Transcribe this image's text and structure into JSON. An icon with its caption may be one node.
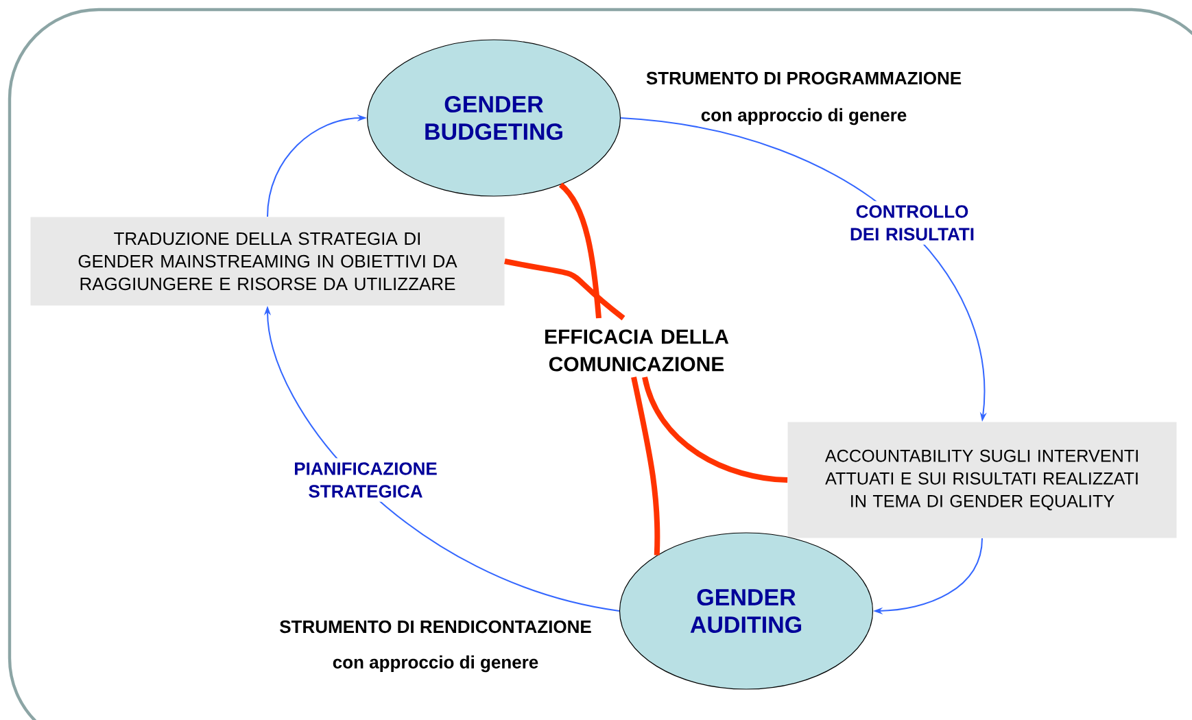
{
  "diagram": {
    "nodes": [
      {
        "text": [
          "GENDER BUDGETING"
        ]
      },
      {
        "text": [
          "TRADUZIONE DELLA STRATEGIA DI GENDER MAINSTREAMING IN OBIETTIVI DA RAGGIUNGERE E RISORSE DA UTILIZZARE"
        ]
      },
      {
        "text": [
          "EFFICACIA DELLA COMUNICAZIONE"
        ]
      },
      {
        "text": [
          "ACCOUNTABILITY SUGLI INTERVENTI ATTUATI E SUI RISULTATI REALIZZATI IN TEMA DI GENDER EQUALITY"
        ]
      },
      {
        "text": [
          "GENDER AUDITING"
        ]
      }
    ],
    "edges": [
      {
        "from": 0,
        "to": 3,
        "arrow": "to",
        "label": "CONTROLLO DEI RISULTATI"
      },
      {
        "from": 3,
        "to": 4,
        "arrow": "to"
      },
      {
        "from": 4,
        "to": 1,
        "arrow": "to",
        "label": "PIANIFICAZIONE STRATEGICA"
      },
      {
        "from": 1,
        "to": 0,
        "arrow": "to"
      },
      {
        "from": 2,
        "to": 0,
        "arrow": "none",
        "style": "thick",
        "color": "#ff3300"
      },
      {
        "from": 2,
        "to": 1,
        "arrow": "none",
        "style": "thick",
        "color": "#ff3300"
      },
      {
        "from": 2,
        "to": 3,
        "arrow": "none",
        "style": "thick",
        "color": "#ff3300"
      },
      {
        "from": 2,
        "to": 4,
        "arrow": "none",
        "style": "thick",
        "color": "#ff3300"
      }
    ],
    "labels": [
      "STRUMENTO DI PROGRAMMAZIONE",
      "con approccio di genere",
      "STRUMENTO DI RENDICONTAZIONE",
      "con approccio di genere"
    ]
  }
}
